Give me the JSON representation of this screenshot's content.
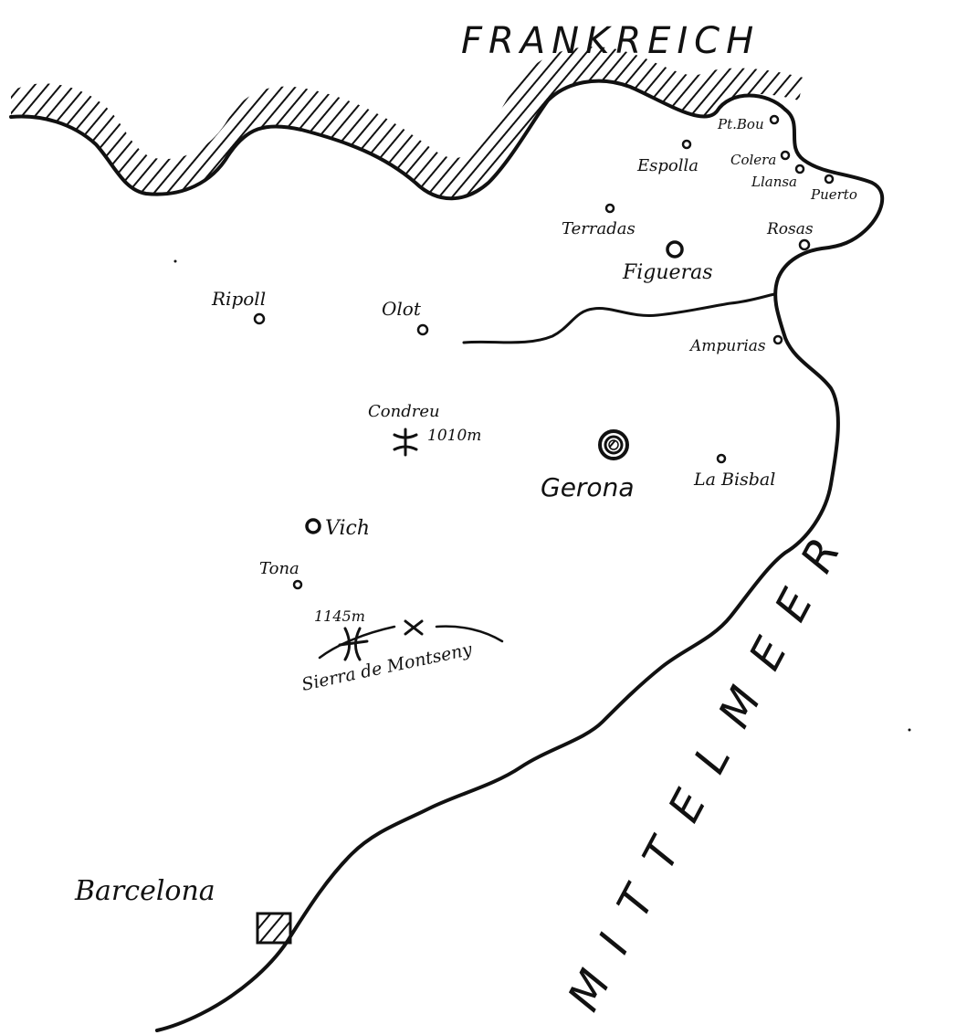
{
  "regions": {
    "country_north": "FRANKREICH",
    "sea": "MITTELMEER"
  },
  "cities": {
    "pt_bou": "Pt.Bou",
    "espolla": "Espolla",
    "colera": "Colera",
    "llansa": "Llansa",
    "puerto": "Puerto",
    "terradas": "Terradas",
    "rosas": "Rosas",
    "figueras": "Figueras",
    "ripoll": "Ripoll",
    "olot": "Olot",
    "ampurias": "Ampurias",
    "gerona": "Gerona",
    "la_bisbal": "La Bisbal",
    "vich": "Vich",
    "tona": "Tona",
    "barcelona": "Barcelona"
  },
  "peaks": {
    "condreu_name": "Condreu",
    "condreu_height": "1010m",
    "montseny_height": "1145m",
    "montseny_range": "Sierra de Montseny"
  },
  "colors": {
    "ink": "#111111",
    "paper": "#ffffff"
  }
}
